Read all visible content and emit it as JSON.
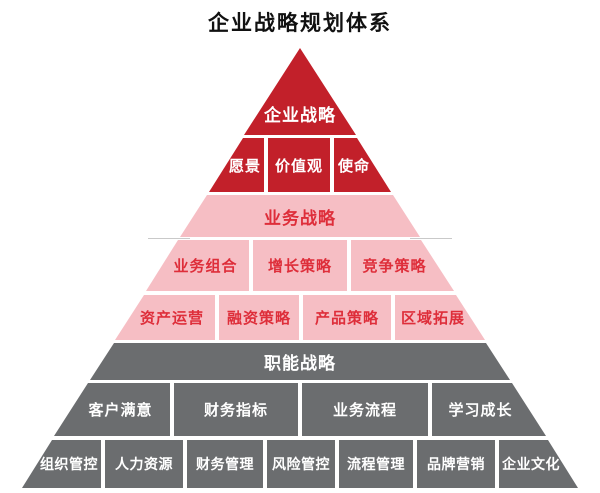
{
  "title": "企业战略规划体系",
  "colors": {
    "dark_red": "#c2202a",
    "pink": "#f6bec4",
    "gray": "#6b6d6f",
    "red_text": "#de2e3a"
  },
  "pyramid": {
    "rows": [
      {
        "name": "corporate-strategy-peak",
        "label": "企业战略"
      },
      {
        "name": "corporate-elements",
        "segments": [
          {
            "label": "愿景"
          },
          {
            "label": "价值观"
          },
          {
            "label": "使命"
          }
        ]
      },
      {
        "name": "business-strategy-banner",
        "label": "业务战略"
      },
      {
        "name": "business-strategy-types",
        "segments": [
          {
            "label": "业务组合"
          },
          {
            "label": "增长策略"
          },
          {
            "label": "竞争策略"
          }
        ]
      },
      {
        "name": "business-tactics",
        "segments": [
          {
            "label": "资产运营"
          },
          {
            "label": "融资策略"
          },
          {
            "label": "产品策略"
          },
          {
            "label": "区域拓展"
          }
        ]
      },
      {
        "name": "functional-strategy-banner",
        "label": "职能战略"
      },
      {
        "name": "functional-metrics",
        "segments": [
          {
            "label": "客户满意"
          },
          {
            "label": "财务指标"
          },
          {
            "label": "业务流程"
          },
          {
            "label": "学习成长"
          }
        ]
      },
      {
        "name": "functional-areas",
        "segments": [
          {
            "label": "组织管控"
          },
          {
            "label": "人力资源"
          },
          {
            "label": "财务管理"
          },
          {
            "label": "风险管控"
          },
          {
            "label": "流程管理"
          },
          {
            "label": "品牌营销"
          },
          {
            "label": "企业文化"
          }
        ]
      }
    ]
  }
}
